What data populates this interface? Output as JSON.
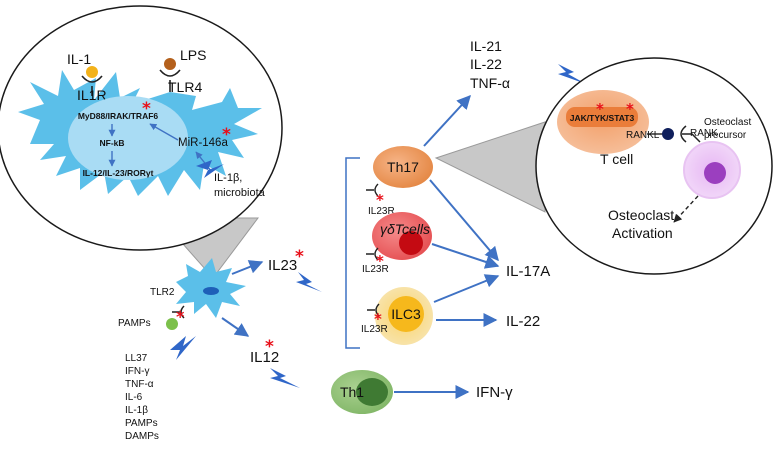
{
  "colors": {
    "cell_blue": "#5bbfe9",
    "arrow_blue": "#3f72c4",
    "bolt_blue": "#2f66c8",
    "star_red": "#e8101a",
    "th17_orange": "#ea9255",
    "gd_red": "#e8383c",
    "ilc3_yellow": "#f7c233",
    "th1_green": "#6ea85c",
    "osteoclast_purple": "#9b3fbf",
    "ll1_yellow": "#f3b21a",
    "lps_brown": "#b4601c",
    "pamps_green": "#7cc04b"
  },
  "icons": [
    "lightning-bolt-icon",
    "red-asterisk-icon",
    "receptor-fork-icon"
  ],
  "inset": {
    "il1": "IL-1",
    "il1r": "IL1R",
    "lps": "LPS",
    "tlr4": "TLR4",
    "myd88": "MyD88/IRAK/TRAF6",
    "nfkb": "NF-kB",
    "mir146a": "MiR-146a",
    "il12_il23": "IL-12/IL-23/RORγt",
    "il1b_line1": "IL-1β,",
    "il1b_line2": "microbiota"
  },
  "dc": {
    "tlr2": "TLR2",
    "pamps": "PAMPs",
    "stimuli": [
      "LL37",
      "IFN-γ",
      "TNF-α",
      "IL-6",
      "IL-1β",
      "PAMPs",
      "DAMPs"
    ]
  },
  "cytokines": {
    "il23": "IL23",
    "il12": "IL12",
    "il17a": "IL-17A",
    "il22": "IL-22",
    "ifng": "IFN-γ",
    "th17_outputs": [
      "IL-21",
      "IL-22",
      "TNF-α"
    ]
  },
  "cells": {
    "th17": "Th17",
    "gd": "γδTcells",
    "ilc3": "ILC3",
    "th1": "Th1",
    "il23r": "IL23R"
  },
  "tcell_zoom": {
    "jak": "JAK/TYK/STAT3",
    "rankl": "RANKL",
    "rank": "RANK",
    "tcell": "T cell",
    "precursor_line1": "Osteoclast",
    "precursor_line2": "precursor",
    "activation_line1": "Osteoclast",
    "activation_line2": "Activation"
  }
}
